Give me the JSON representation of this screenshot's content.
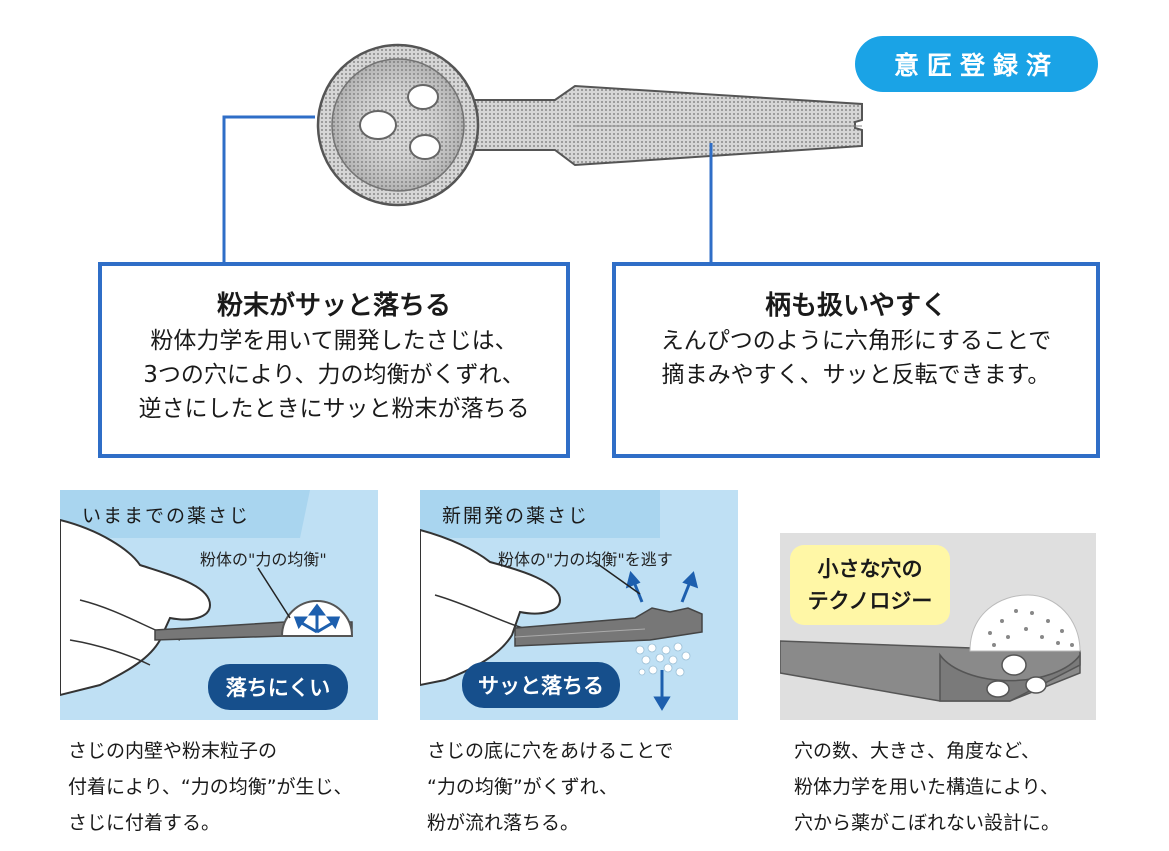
{
  "badge": {
    "label": "意匠登録済"
  },
  "features": [
    {
      "title": "粉末がサッと落ちる",
      "lines": [
        "粉体力学を用いて開発したさじは、",
        "3つの穴により、力の均衡がくずれ、",
        "逆さにしたときにサッと粉末が落ちる"
      ]
    },
    {
      "title": "柄も扱いやすく",
      "lines": [
        "えんぴつのように六角形にすることで",
        "摘まみやすく、サッと反転できます。"
      ]
    }
  ],
  "panels": [
    {
      "tab": "いままでの薬さじ",
      "callout": "粉体の\"力の均衡\"",
      "pill": "落ちにくい",
      "caption": [
        "さじの内壁や粉末粒子の",
        "付着により、“力の均衡”が生じ、",
        "さじに付着する。"
      ]
    },
    {
      "tab": "新開発の薬さじ",
      "callout": "粉体の\"力の均衡\"を逃す",
      "pill": "サッと落ちる",
      "caption": [
        "さじの底に穴をあけることで",
        "“力の均衡”がくずれ、",
        "粉が流れ落ちる。"
      ]
    },
    {
      "label": [
        "小さな穴の",
        "テクノロジー"
      ],
      "caption": [
        "穴の数、大きさ、角度など、",
        "粉体力学を用いた構造により、",
        "穴から薬がこぼれない設計に。"
      ]
    }
  ],
  "colors": {
    "accent": "#2f6ec7",
    "badge": "#1aa3e6",
    "panel": "#bfe0f4",
    "pill": "#164f8c",
    "yellow": "#fff7a6"
  }
}
